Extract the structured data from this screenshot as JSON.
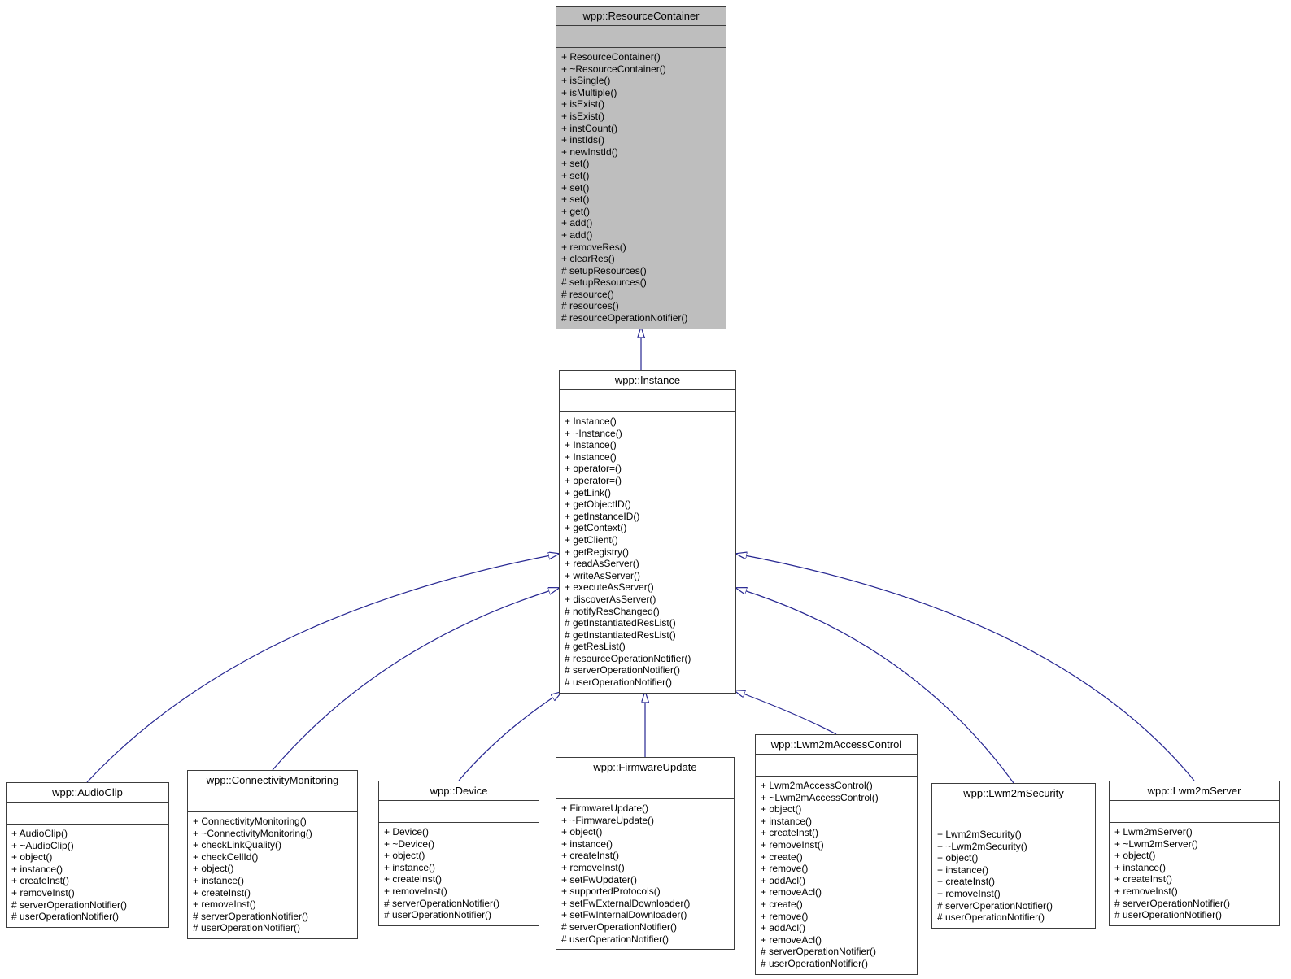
{
  "diagram": {
    "type": "uml-class-inheritance",
    "colors": {
      "highlight_fill": "#BEBEBE",
      "node_fill": "#FFFFFF",
      "border": "#3C3C3C",
      "arrow": "#262691",
      "text": "#000000"
    },
    "classes": [
      {
        "id": "resource_container",
        "title": "wpp::ResourceContainer",
        "highlighted": true,
        "methods": [
          "+ ResourceContainer()",
          "+ ~ResourceContainer()",
          "+ isSingle()",
          "+ isMultiple()",
          "+ isExist()",
          "+ isExist()",
          "+ instCount()",
          "+ instIds()",
          "+ newInstId()",
          "+ set()",
          "+ set()",
          "+ set()",
          "+ set()",
          "+ get()",
          "+ add()",
          "+ add()",
          "+ removeRes()",
          "+ clearRes()",
          "# setupResources()",
          "# setupResources()",
          "# resource()",
          "# resources()",
          "# resourceOperationNotifier()"
        ]
      },
      {
        "id": "instance",
        "title": "wpp::Instance",
        "highlighted": false,
        "methods": [
          "+ Instance()",
          "+ ~Instance()",
          "+ Instance()",
          "+ Instance()",
          "+ operator=()",
          "+ operator=()",
          "+ getLink()",
          "+ getObjectID()",
          "+ getInstanceID()",
          "+ getContext()",
          "+ getClient()",
          "+ getRegistry()",
          "+ readAsServer()",
          "+ writeAsServer()",
          "+ executeAsServer()",
          "+ discoverAsServer()",
          "# notifyResChanged()",
          "# getInstantiatedResList()",
          "# getInstantiatedResList()",
          "# getResList()",
          "# resourceOperationNotifier()",
          "# serverOperationNotifier()",
          "# userOperationNotifier()"
        ]
      },
      {
        "id": "audio_clip",
        "title": "wpp::AudioClip",
        "highlighted": false,
        "methods": [
          "+ AudioClip()",
          "+ ~AudioClip()",
          "+ object()",
          "+ instance()",
          "+ createInst()",
          "+ removeInst()",
          "# serverOperationNotifier()",
          "# userOperationNotifier()"
        ]
      },
      {
        "id": "connectivity_monitoring",
        "title": "wpp::ConnectivityMonitoring",
        "highlighted": false,
        "methods": [
          "+ ConnectivityMonitoring()",
          "+ ~ConnectivityMonitoring()",
          "+ checkLinkQuality()",
          "+ checkCellId()",
          "+ object()",
          "+ instance()",
          "+ createInst()",
          "+ removeInst()",
          "# serverOperationNotifier()",
          "# userOperationNotifier()"
        ]
      },
      {
        "id": "device",
        "title": "wpp::Device",
        "highlighted": false,
        "methods": [
          "+ Device()",
          "+ ~Device()",
          "+ object()",
          "+ instance()",
          "+ createInst()",
          "+ removeInst()",
          "# serverOperationNotifier()",
          "# userOperationNotifier()"
        ]
      },
      {
        "id": "firmware_update",
        "title": "wpp::FirmwareUpdate",
        "highlighted": false,
        "methods": [
          "+ FirmwareUpdate()",
          "+ ~FirmwareUpdate()",
          "+ object()",
          "+ instance()",
          "+ createInst()",
          "+ removeInst()",
          "+ setFwUpdater()",
          "+ supportedProtocols()",
          "+ setFwExternalDownloader()",
          "+ setFwInternalDownloader()",
          "# serverOperationNotifier()",
          "# userOperationNotifier()"
        ]
      },
      {
        "id": "lwm2m_access_control",
        "title": "wpp::Lwm2mAccessControl",
        "highlighted": false,
        "methods": [
          "+ Lwm2mAccessControl()",
          "+ ~Lwm2mAccessControl()",
          "+ object()",
          "+ instance()",
          "+ createInst()",
          "+ removeInst()",
          "+ create()",
          "+ remove()",
          "+ addAcl()",
          "+ removeAcl()",
          "+ create()",
          "+ remove()",
          "+ addAcl()",
          "+ removeAcl()",
          "# serverOperationNotifier()",
          "# userOperationNotifier()"
        ]
      },
      {
        "id": "lwm2m_security",
        "title": "wpp::Lwm2mSecurity",
        "highlighted": false,
        "methods": [
          "+ Lwm2mSecurity()",
          "+ ~Lwm2mSecurity()",
          "+ object()",
          "+ instance()",
          "+ createInst()",
          "+ removeInst()",
          "# serverOperationNotifier()",
          "# userOperationNotifier()"
        ]
      },
      {
        "id": "lwm2m_server",
        "title": "wpp::Lwm2mServer",
        "highlighted": false,
        "methods": [
          "+ Lwm2mServer()",
          "+ ~Lwm2mServer()",
          "+ object()",
          "+ instance()",
          "+ createInst()",
          "+ removeInst()",
          "# serverOperationNotifier()",
          "# userOperationNotifier()"
        ]
      }
    ],
    "edges": [
      {
        "from": "instance",
        "to": "resource_container",
        "relation": "inherits"
      },
      {
        "from": "audio_clip",
        "to": "instance",
        "relation": "inherits"
      },
      {
        "from": "connectivity_monitoring",
        "to": "instance",
        "relation": "inherits"
      },
      {
        "from": "device",
        "to": "instance",
        "relation": "inherits"
      },
      {
        "from": "firmware_update",
        "to": "instance",
        "relation": "inherits"
      },
      {
        "from": "lwm2m_access_control",
        "to": "instance",
        "relation": "inherits"
      },
      {
        "from": "lwm2m_security",
        "to": "instance",
        "relation": "inherits"
      },
      {
        "from": "lwm2m_server",
        "to": "instance",
        "relation": "inherits"
      }
    ]
  }
}
